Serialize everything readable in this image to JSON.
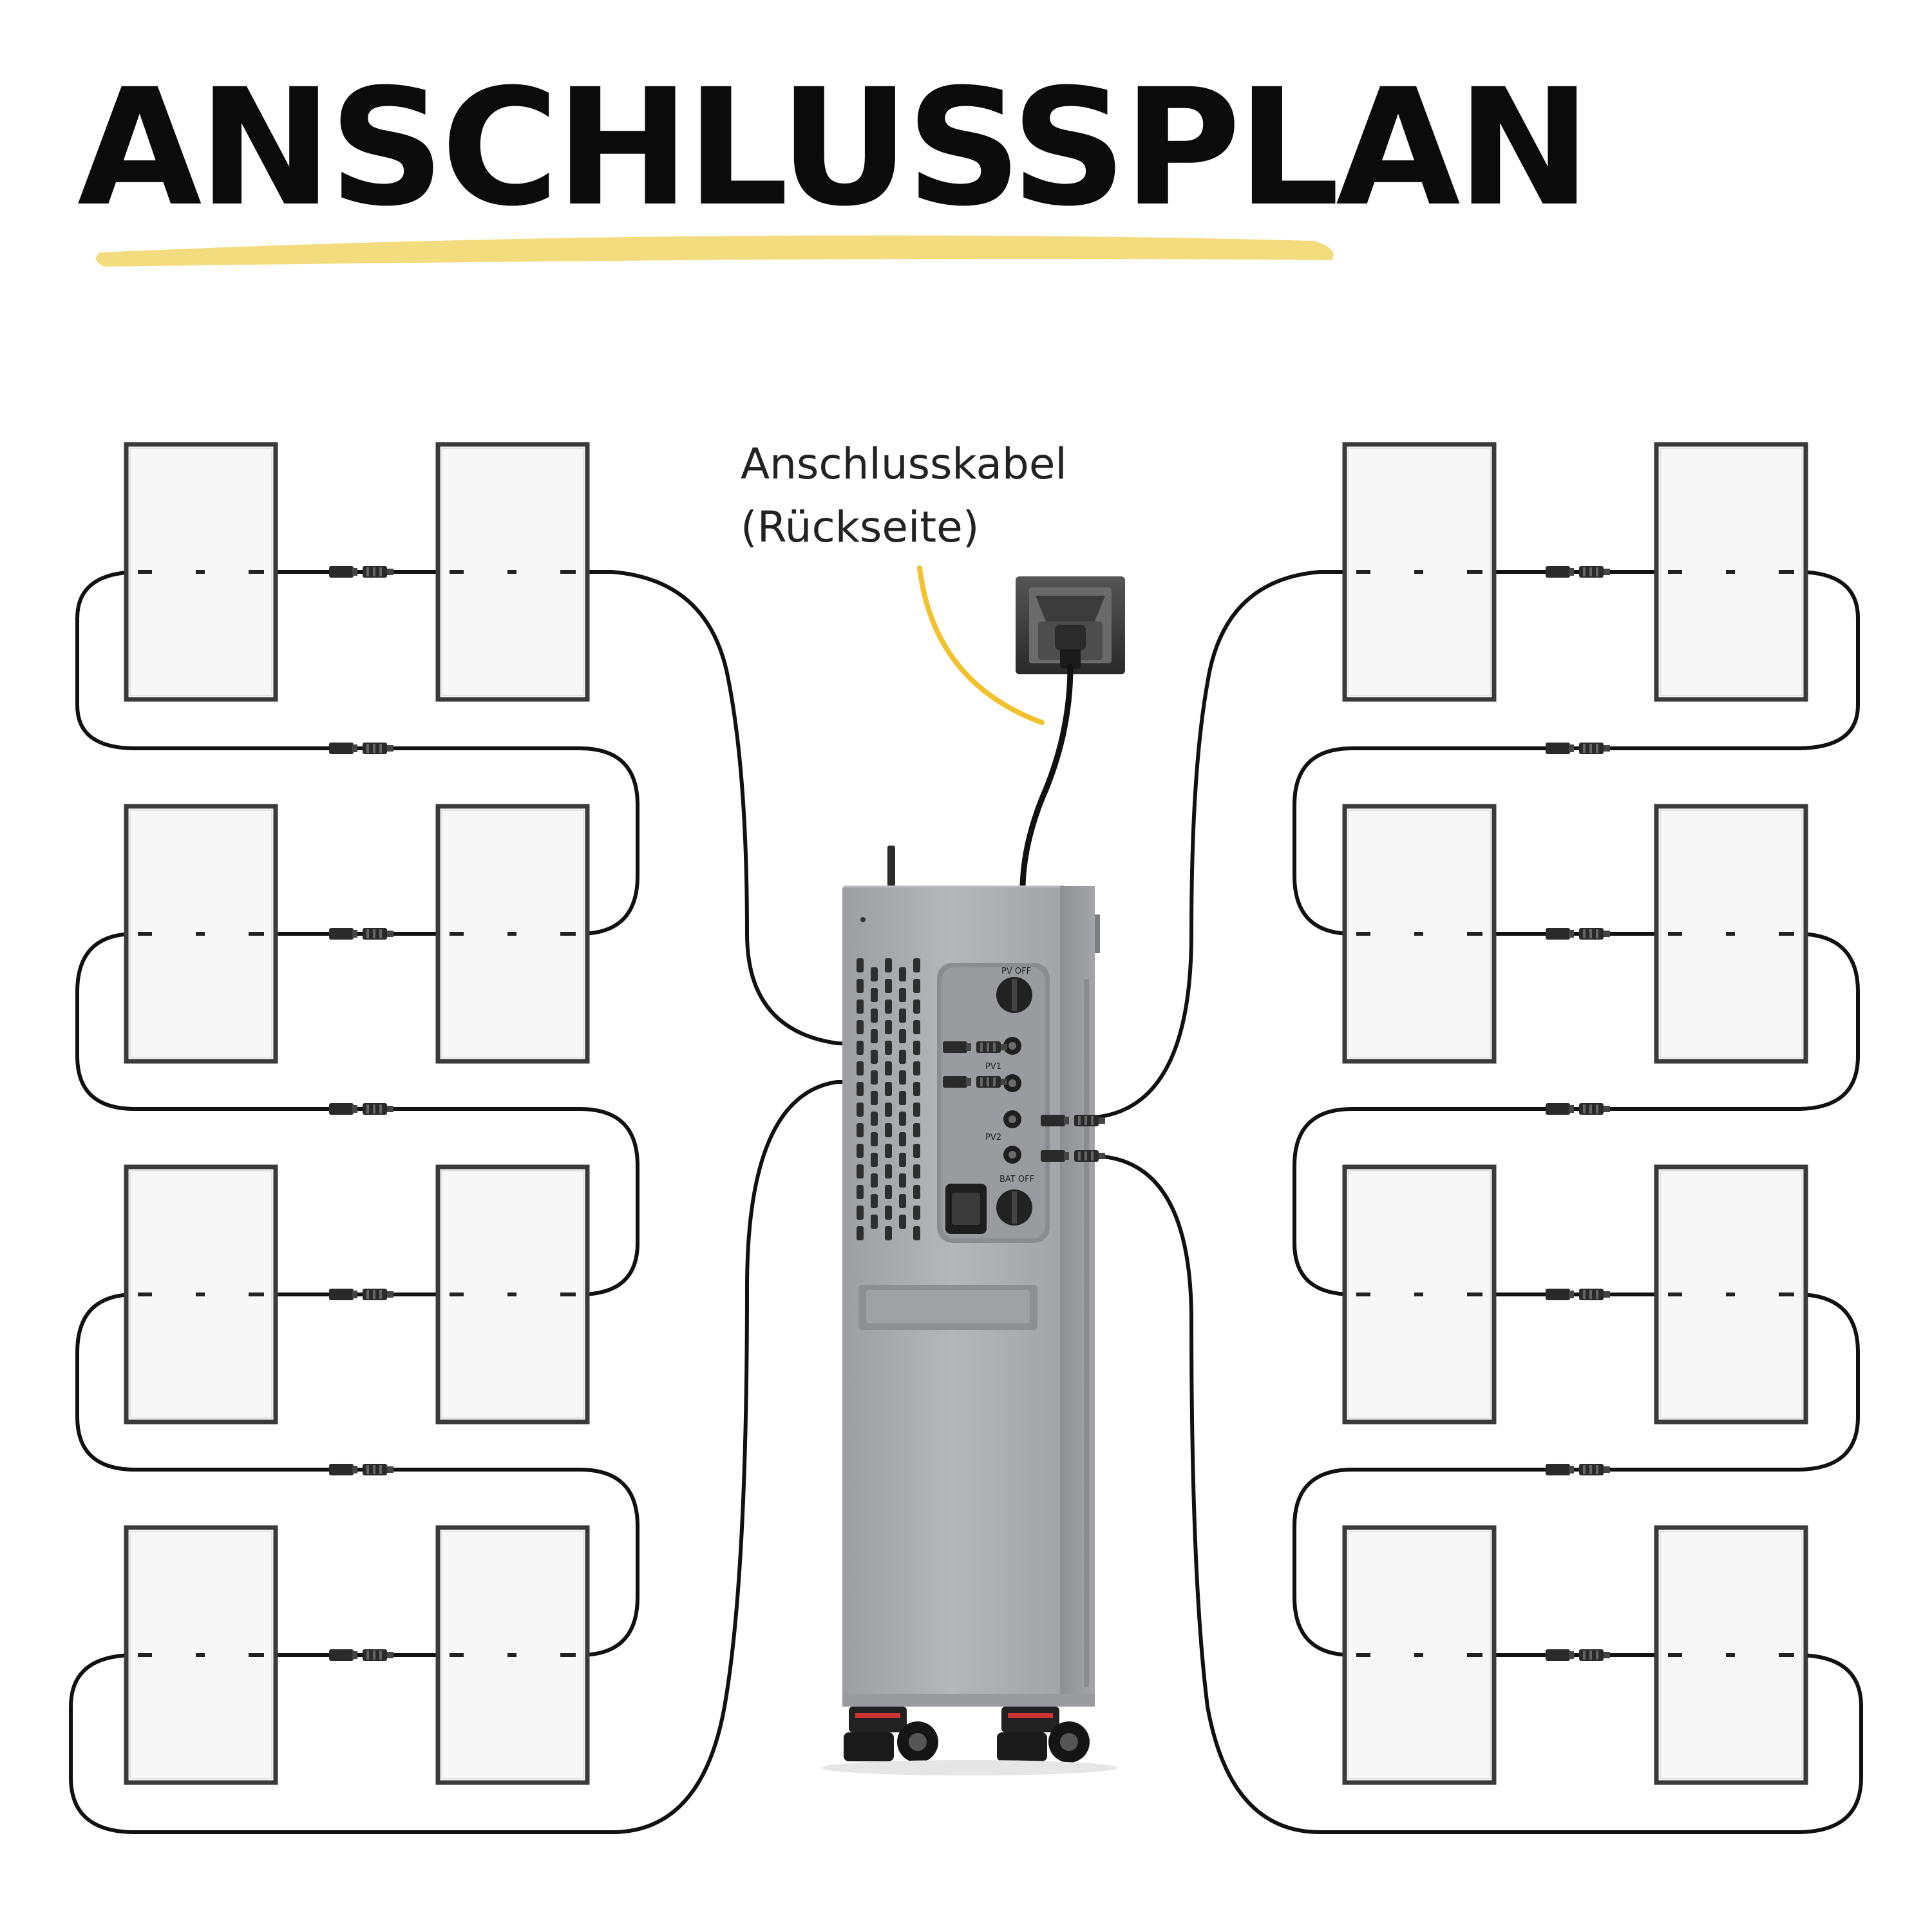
{
  "header": {
    "title": "ANSCHLUSSPLAN"
  },
  "callout": {
    "line1": "Anschlusskabel",
    "line2": "(Rückseite)"
  },
  "colors": {
    "accent": "#f3dc7e",
    "callout": "#f2c12e",
    "cable": "#111111",
    "panel_frame": "#3a3a3a",
    "panel_face": "#f6f6f6",
    "unit_body": "#a9aaad"
  },
  "unit": {
    "labels": {
      "pv_off": "PV OFF",
      "bat_off": "BAT OFF",
      "pv1": "PV1",
      "pv2": "PV2"
    }
  },
  "layout_info": {
    "panel_groups": [
      "left",
      "right"
    ]
  }
}
